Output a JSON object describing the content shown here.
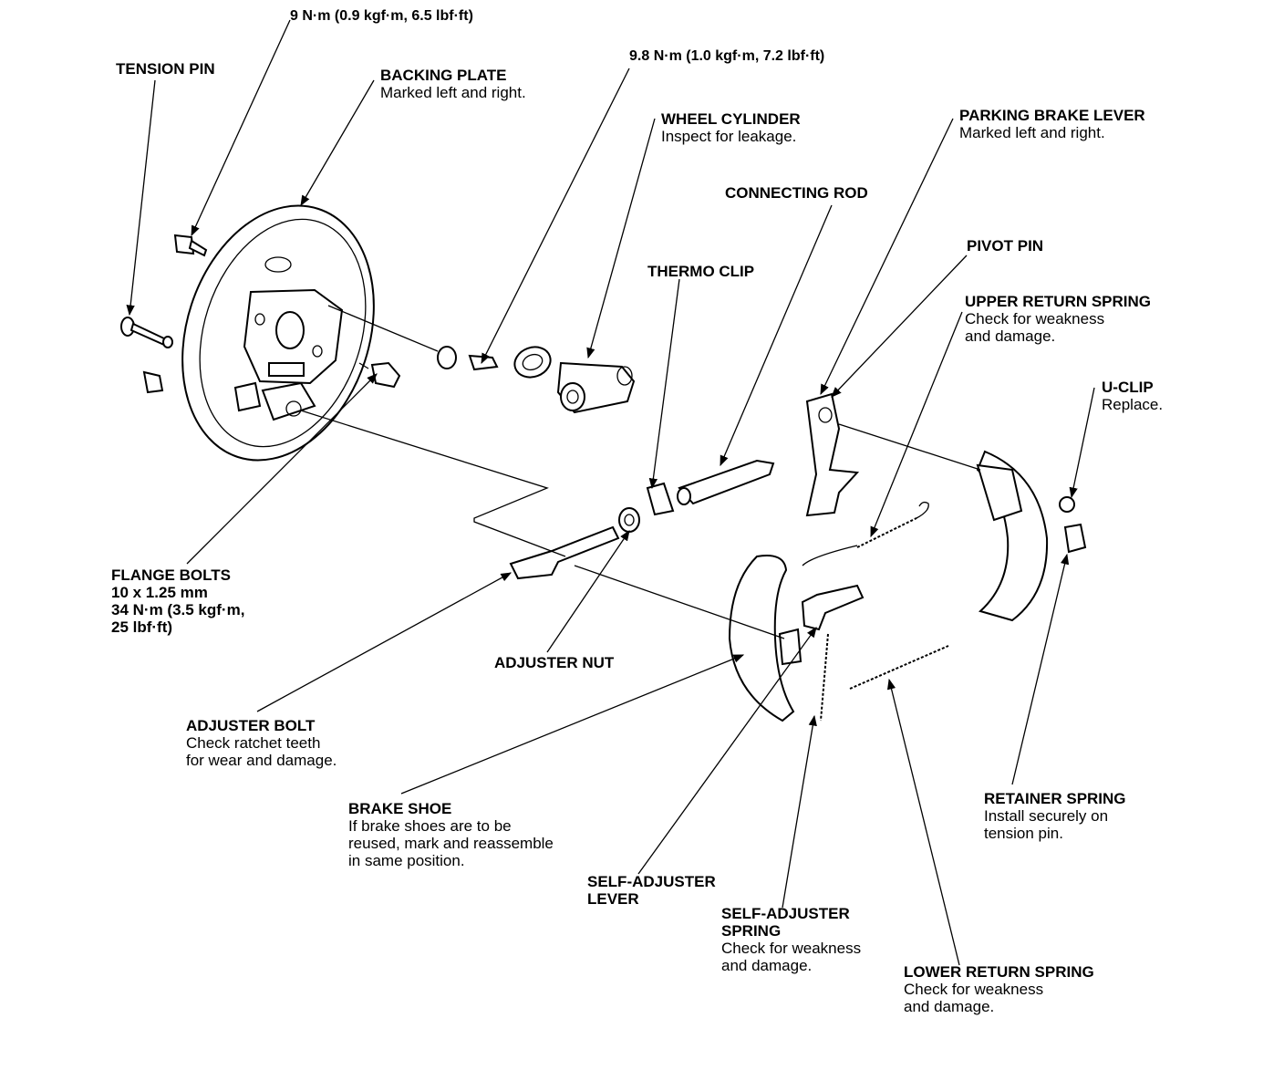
{
  "torque_top": "9 N·m (0.9 kgf·m, 6.5 lbf·ft)",
  "torque_wheel_cyl": "9.8 N·m (1.0 kgf·m, 7.2 lbf·ft)",
  "labels": {
    "tension_pin": {
      "title": "TENSION PIN"
    },
    "backing_plate": {
      "title": "BACKING PLATE",
      "note": "Marked left and right."
    },
    "wheel_cylinder": {
      "title": "WHEEL CYLINDER",
      "note": "Inspect for leakage."
    },
    "parking_brake_lever": {
      "title": "PARKING BRAKE LEVER",
      "note": "Marked left and right."
    },
    "connecting_rod": {
      "title": "CONNECTING ROD"
    },
    "thermo_clip": {
      "title": "THERMO CLIP"
    },
    "pivot_pin": {
      "title": "PIVOT PIN"
    },
    "upper_return_spring": {
      "title": "UPPER RETURN SPRING",
      "note1": "Check for weakness",
      "note2": "and damage."
    },
    "u_clip": {
      "title": "U-CLIP",
      "note": "Replace."
    },
    "flange_bolts": {
      "title": "FLANGE BOLTS",
      "spec1": "10 x 1.25 mm",
      "spec2": "34 N·m (3.5 kgf·m,",
      "spec3": "25 lbf·ft)"
    },
    "adjuster_nut": {
      "title": "ADJUSTER NUT"
    },
    "adjuster_bolt": {
      "title": "ADJUSTER BOLT",
      "note1": "Check ratchet teeth",
      "note2": "for wear and damage."
    },
    "brake_shoe": {
      "title": "BRAKE SHOE",
      "note1": "If brake shoes are to be",
      "note2": "reused, mark and reassemble",
      "note3": "in same position."
    },
    "self_adjuster_lever": {
      "title1": "SELF-ADJUSTER",
      "title2": "LEVER"
    },
    "self_adjuster_spring": {
      "title1": "SELF-ADJUSTER",
      "title2": "SPRING",
      "note1": "Check for weakness",
      "note2": "and damage."
    },
    "lower_return_spring": {
      "title": "LOWER RETURN SPRING",
      "note1": "Check for weakness",
      "note2": "and damage."
    },
    "retainer_spring": {
      "title": "RETAINER SPRING",
      "note1": "Install securely on",
      "note2": "tension pin."
    }
  }
}
